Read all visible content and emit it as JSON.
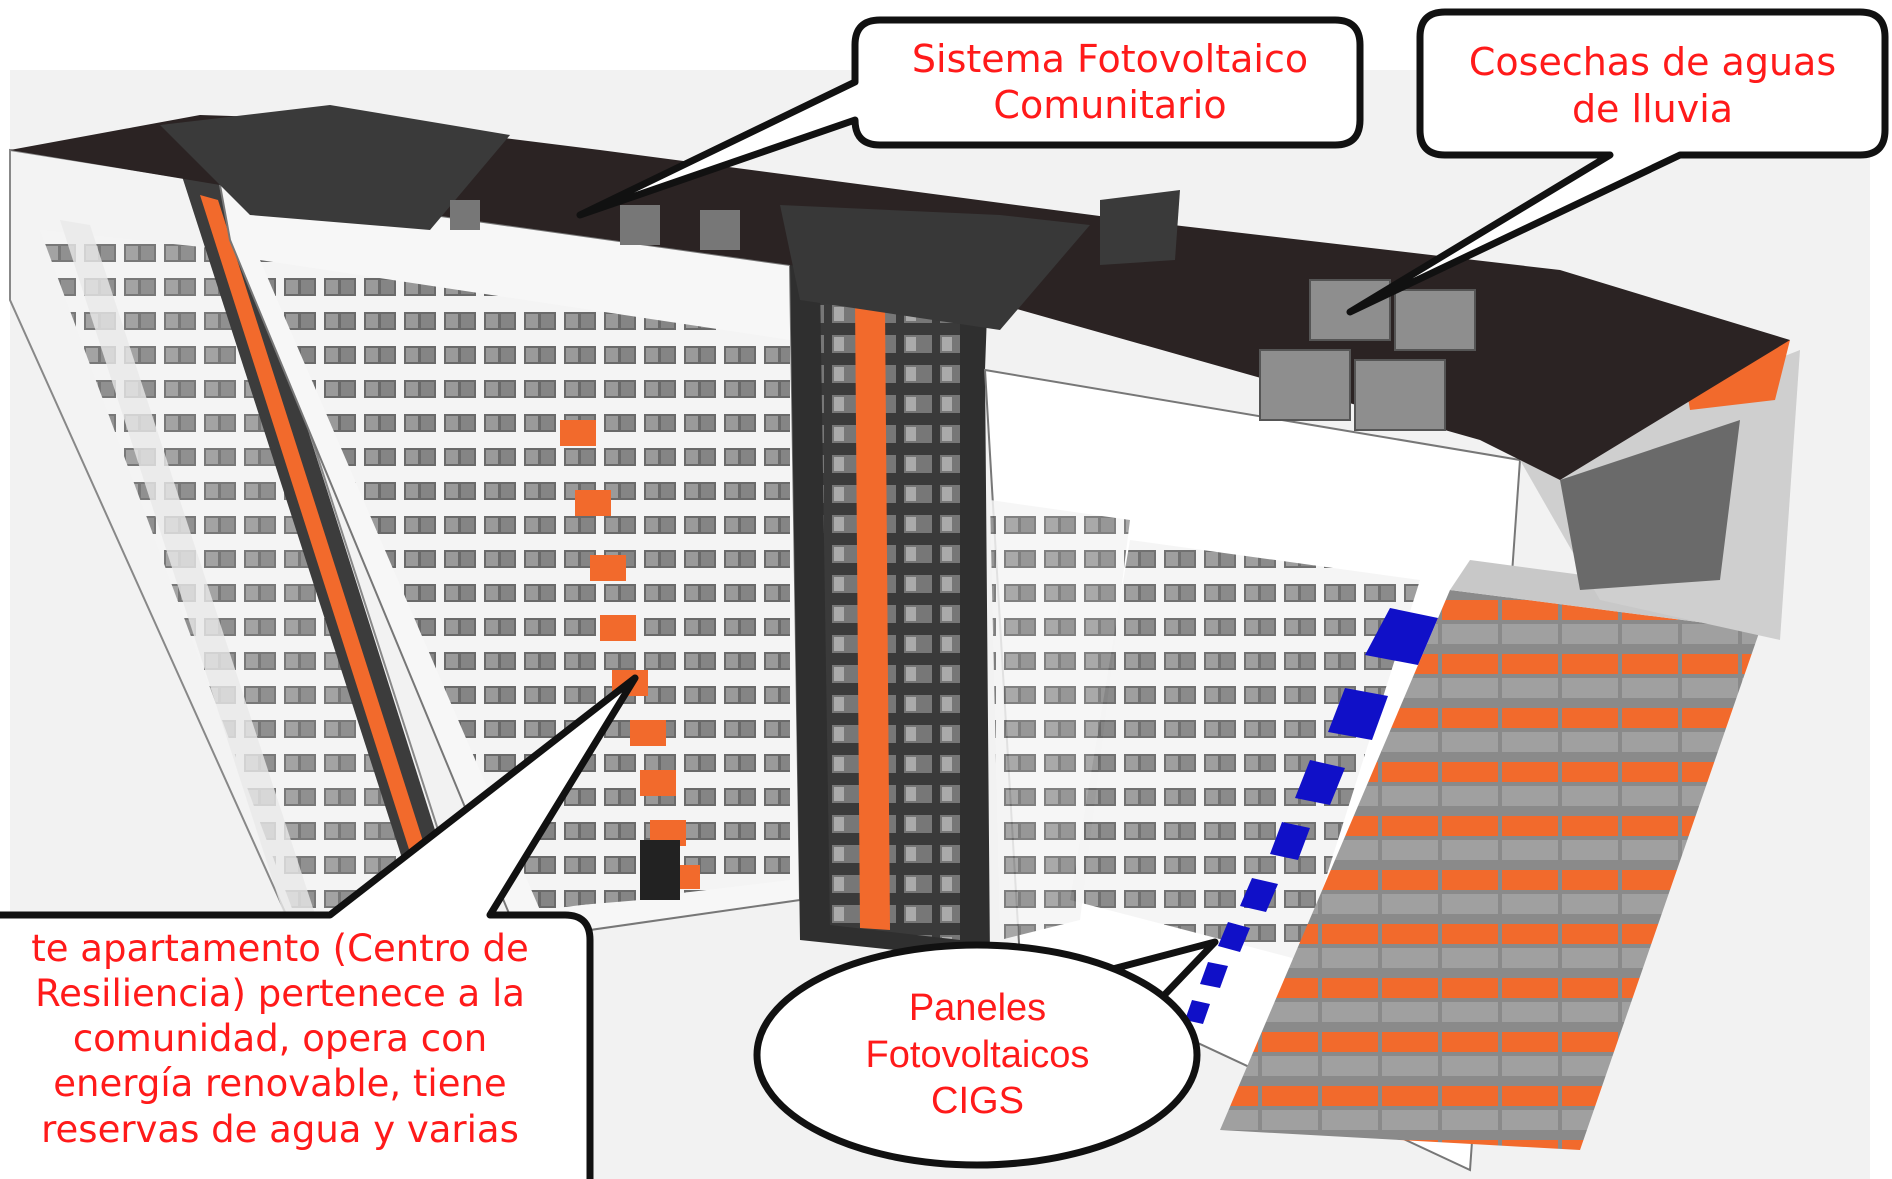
{
  "callouts": {
    "pv_system": [
      "Sistema Fotovoltaico",
      "Comunitario"
    ],
    "rainwater": [
      "Cosechas de aguas",
      "de lluvia"
    ],
    "resilience": [
      "te apartamento (Centro de",
      "Resiliencia) pertenece a la",
      "comunidad, opera con",
      "energía renovable, tiene",
      "reservas de agua y varias"
    ],
    "cigs": [
      "Paneles",
      "Fotovoltaicos",
      "CIGS"
    ]
  },
  "colors": {
    "callout_text": "#ff1a1a",
    "accent_orange": "#f26a2c",
    "panel_blue": "#1010c8",
    "roof": "#2b2323",
    "facade": "#ffffff",
    "window": "#5a5a5a"
  }
}
